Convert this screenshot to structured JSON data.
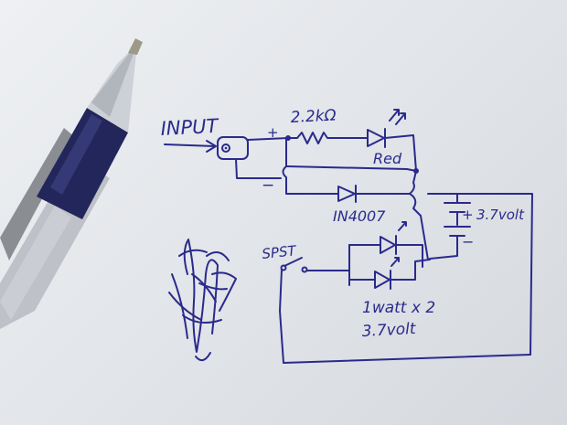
{
  "diagram": {
    "labels": {
      "input": "INPUT",
      "plus": "+",
      "minus": "−",
      "resistor": "2.2kΩ",
      "led_red": "Red",
      "diode": "IN4007",
      "battery_plus": "+",
      "battery": "3.7volt",
      "battery_minus": "−",
      "switch": "SPST",
      "led_spec": "1watt x 2",
      "led_voltage": "3.7volt"
    }
  },
  "colors": {
    "ink": "#2a2a8c",
    "paper": "#e8eaee",
    "pen_grip": "#23265a",
    "pen_barrel": "#b8bcc2"
  }
}
